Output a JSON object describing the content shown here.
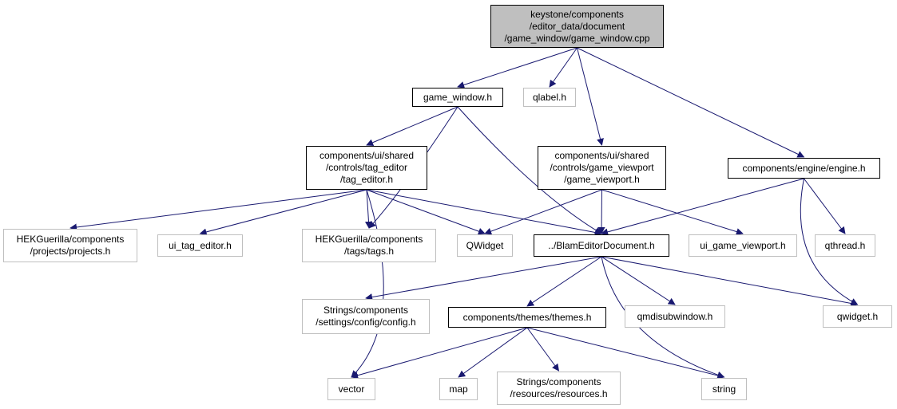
{
  "diagram": {
    "colors": {
      "edge": "#191970",
      "root_fill": "#bfbfbf",
      "external_border": "#bfbfbf",
      "linked_border": "#000000"
    },
    "nodes": [
      {
        "id": "root",
        "label": "keystone/components\n/editor_data/document\n/game_window/game_window.cpp",
        "kind": "root"
      },
      {
        "id": "game_window_h",
        "label": "game_window.h",
        "kind": "linked"
      },
      {
        "id": "qlabel_h",
        "label": "qlabel.h",
        "kind": "external"
      },
      {
        "id": "tag_editor_h",
        "label": "components/ui/shared\n/controls/tag_editor\n/tag_editor.h",
        "kind": "linked"
      },
      {
        "id": "game_viewport_h",
        "label": "components/ui/shared\n/controls/game_viewport\n/game_viewport.h",
        "kind": "linked"
      },
      {
        "id": "engine_h",
        "label": "components/engine/engine.h",
        "kind": "linked"
      },
      {
        "id": "hek_projects_h",
        "label": "HEKGuerilla/components\n/projects/projects.h",
        "kind": "external"
      },
      {
        "id": "ui_tag_editor_h",
        "label": "ui_tag_editor.h",
        "kind": "external"
      },
      {
        "id": "hek_tags_h",
        "label": "HEKGuerilla/components\n/tags/tags.h",
        "kind": "external"
      },
      {
        "id": "qwidget_cap",
        "label": "QWidget",
        "kind": "external"
      },
      {
        "id": "blam_doc_h",
        "label": "../BlamEditorDocument.h",
        "kind": "linked"
      },
      {
        "id": "ui_game_viewport_h",
        "label": "ui_game_viewport.h",
        "kind": "external"
      },
      {
        "id": "qthread_h",
        "label": "qthread.h",
        "kind": "external"
      },
      {
        "id": "config_h",
        "label": "Strings/components\n/settings/config/config.h",
        "kind": "external"
      },
      {
        "id": "themes_h",
        "label": "components/themes/themes.h",
        "kind": "linked"
      },
      {
        "id": "qmdisubwindow_h",
        "label": "qmdisubwindow.h",
        "kind": "external"
      },
      {
        "id": "qwidget_h",
        "label": "qwidget.h",
        "kind": "external"
      },
      {
        "id": "vector",
        "label": "vector",
        "kind": "external"
      },
      {
        "id": "map",
        "label": "map",
        "kind": "external"
      },
      {
        "id": "resources_h",
        "label": "Strings/components\n/resources/resources.h",
        "kind": "external"
      },
      {
        "id": "string",
        "label": "string",
        "kind": "external"
      }
    ],
    "edges": [
      [
        "root",
        "game_window_h"
      ],
      [
        "root",
        "qlabel_h"
      ],
      [
        "root",
        "game_viewport_h"
      ],
      [
        "root",
        "engine_h"
      ],
      [
        "game_window_h",
        "tag_editor_h"
      ],
      [
        "game_window_h",
        "hek_tags_h"
      ],
      [
        "game_window_h",
        "blam_doc_h"
      ],
      [
        "tag_editor_h",
        "hek_projects_h"
      ],
      [
        "tag_editor_h",
        "ui_tag_editor_h"
      ],
      [
        "tag_editor_h",
        "hek_tags_h"
      ],
      [
        "tag_editor_h",
        "qwidget_cap"
      ],
      [
        "tag_editor_h",
        "blam_doc_h"
      ],
      [
        "tag_editor_h",
        "vector"
      ],
      [
        "game_viewport_h",
        "qwidget_cap"
      ],
      [
        "game_viewport_h",
        "blam_doc_h"
      ],
      [
        "game_viewport_h",
        "ui_game_viewport_h"
      ],
      [
        "engine_h",
        "blam_doc_h"
      ],
      [
        "engine_h",
        "qthread_h"
      ],
      [
        "engine_h",
        "qwidget_h"
      ],
      [
        "blam_doc_h",
        "config_h"
      ],
      [
        "blam_doc_h",
        "themes_h"
      ],
      [
        "blam_doc_h",
        "qmdisubwindow_h"
      ],
      [
        "blam_doc_h",
        "qwidget_h"
      ],
      [
        "blam_doc_h",
        "string"
      ],
      [
        "themes_h",
        "vector"
      ],
      [
        "themes_h",
        "map"
      ],
      [
        "themes_h",
        "resources_h"
      ],
      [
        "themes_h",
        "string"
      ]
    ]
  }
}
